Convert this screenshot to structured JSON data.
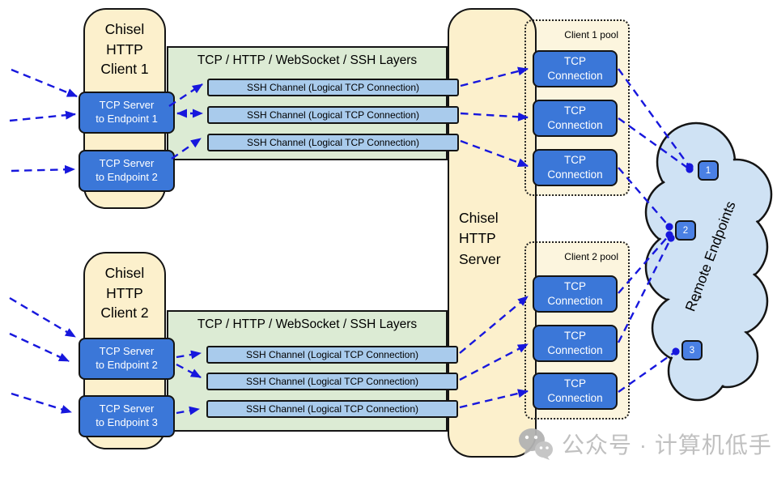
{
  "clients": [
    {
      "title": "Chisel\nHTTP\nClient 1",
      "tcp_servers": [
        {
          "label": "TCP Server\nto Endpoint 1"
        },
        {
          "label": "TCP Server\nto Endpoint 2"
        }
      ]
    },
    {
      "title": "Chisel\nHTTP\nClient 2",
      "tcp_servers": [
        {
          "label": "TCP Server\nto Endpoint 2"
        },
        {
          "label": "TCP Server\nto Endpoint 3"
        }
      ]
    }
  ],
  "bands": [
    {
      "title": "TCP / HTTP / WebSocket / SSH Layers",
      "channels": [
        "SSH Channel (Logical TCP Connection)",
        "SSH Channel (Logical TCP Connection)",
        "SSH Channel (Logical TCP Connection)"
      ]
    },
    {
      "title": "TCP / HTTP / WebSocket / SSH Layers",
      "channels": [
        "SSH Channel (Logical TCP Connection)",
        "SSH Channel (Logical TCP Connection)",
        "SSH Channel (Logical TCP Connection)"
      ]
    }
  ],
  "server": {
    "title": "Chisel\nHTTP\nServer"
  },
  "pools": [
    {
      "label": "Client 1 pool",
      "connections": [
        "TCP\nConnection",
        "TCP\nConnection",
        "TCP\nConnection"
      ]
    },
    {
      "label": "Client 2 pool",
      "connections": [
        "TCP\nConnection",
        "TCP\nConnection",
        "TCP\nConnection"
      ]
    }
  ],
  "cloud": {
    "label": "Remote Endpoints",
    "endpoints": [
      "1",
      "2",
      "3"
    ]
  },
  "watermark": {
    "icon": "wechat-icon",
    "text": "公众号 · 计算机低手"
  },
  "colors": {
    "node_blue": "#3b77d8",
    "channel_blue": "#a9cbec",
    "band_green": "#dcebd4",
    "panel_cream": "#fcf0cc",
    "pool_cream": "#fcf5de",
    "cloud_blue": "#cfe2f4",
    "arrow_blue": "#1717dd",
    "endpoint_chip_blue": "#4a80e4"
  }
}
